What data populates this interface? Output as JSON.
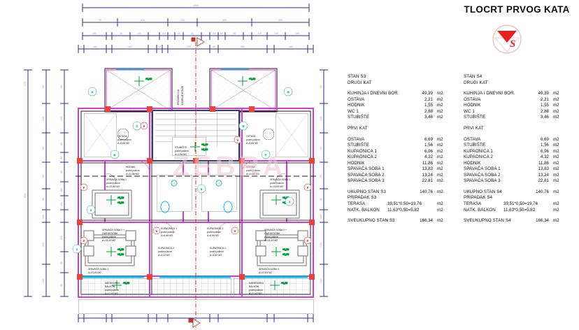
{
  "title_block": {
    "plan_title": "TLOCRT PRVOG KATA",
    "logo_name": "company-logo",
    "logo_letter": "S",
    "logo_colors": {
      "triangle": "#e8201b",
      "letter": "#e8201b",
      "circle": "#f3bdbd"
    }
  },
  "watermark": {
    "text": "ZEBRA"
  },
  "colors": {
    "wall": "#d63ad6",
    "structure": "#1b1b1b",
    "fixture": "#00b7e4",
    "dimension": "#2b2b8f",
    "dimension_text": "#8c8c8c",
    "level_mark": "#00a13a",
    "annotation": "#e03a2f",
    "stair": "#3a3a8c",
    "grid_bubble": "#35b7c0",
    "hatch": "#b9b9b9"
  },
  "schedule": {
    "columns": [
      {
        "unit_label": "STAN S3",
        "floor_label": "DRUGI KAT",
        "second_floor_rows": [
          {
            "name": "KUHINJA I DNEVNI BOR.",
            "value": "49,39",
            "unit": "m2"
          },
          {
            "name": "OSTAVA",
            "value": "2,21",
            "unit": "m2"
          },
          {
            "name": "HODNIK",
            "value": "1,55",
            "unit": "m2"
          },
          {
            "name": "WC 1",
            "value": "2,88",
            "unit": "m2"
          },
          {
            "name": "STUBIŠTE",
            "value": "3,46",
            "unit": "m2"
          }
        ],
        "first_floor_label": "PRVI KAT",
        "first_floor_rows": [
          {
            "name": "OSTAVA",
            "value": "6,69",
            "unit": "m2"
          },
          {
            "name": "STUBIŠTE",
            "value": "1,56",
            "unit": "m2"
          },
          {
            "name": "KUPAONICA 1",
            "value": "6,96",
            "unit": "m2"
          },
          {
            "name": "KUPAONICA 2",
            "value": "4,32",
            "unit": "m2"
          },
          {
            "name": "HODNIK",
            "value": "11,86",
            "unit": "m2"
          },
          {
            "name": "SPAVAĆA SOBA 1",
            "value": "13,83",
            "unit": "m2"
          },
          {
            "name": "SPAVAĆA SOBA 2",
            "value": "13,24",
            "unit": "m2"
          },
          {
            "name": "SPAVAĆA SOBA 3",
            "value": "22,81",
            "unit": "m2"
          }
        ],
        "total_label": "UKUPNO STAN S3",
        "total_value": "140,76",
        "total_unit": "m2",
        "appurtenance_label": "PRIPADAK S3",
        "appurtenance_rows": [
          {
            "name": "TERASA",
            "value": "39,51*0,50=19,76",
            "unit": "m2"
          },
          {
            "name": "NATK.  BALKON",
            "value": "11,63*0,50=5,82",
            "unit": "m2"
          }
        ],
        "grand_total_label": "SVEUKUPNO STAN S3",
        "grand_total_value": "166,34",
        "grand_total_unit": "m2"
      },
      {
        "unit_label": "STAN S4",
        "floor_label": "DRUGI KAT",
        "second_floor_rows": [
          {
            "name": "KUHINJA I DNEVNI BOR.",
            "value": "49,39",
            "unit": "m2"
          },
          {
            "name": "OSTAVA",
            "value": "2,21",
            "unit": "m2"
          },
          {
            "name": "HODNIK",
            "value": "1,55",
            "unit": "m2"
          },
          {
            "name": "WC 1",
            "value": "2,88",
            "unit": "m2"
          },
          {
            "name": "STUBIŠTE",
            "value": "3,46",
            "unit": "m2"
          }
        ],
        "first_floor_label": "PRVI KAT",
        "first_floor_rows": [
          {
            "name": "OSTAVA",
            "value": "6,69",
            "unit": "m2"
          },
          {
            "name": "STUBIŠTE",
            "value": "1,56",
            "unit": "m2"
          },
          {
            "name": "KUPAONICA 1",
            "value": "6,96",
            "unit": "m2"
          },
          {
            "name": "KUPAONICA 2",
            "value": "4,32",
            "unit": "m2"
          },
          {
            "name": "HODNIK",
            "value": "11,86",
            "unit": "m2"
          },
          {
            "name": "SPAVAĆA SOBA 1",
            "value": "13,83",
            "unit": "m2"
          },
          {
            "name": "SPAVAĆA SOBA 2",
            "value": "13,24",
            "unit": "m2"
          },
          {
            "name": "SPAVAĆA SOBA 3",
            "value": "22,81",
            "unit": "m2"
          }
        ],
        "total_label": "UKUPNO STAN S4",
        "total_value": "140,76",
        "total_unit": "m2",
        "appurtenance_label": "PRIPADAK S4",
        "appurtenance_rows": [
          {
            "name": "TERASA",
            "value": "39,51*0,50=19,76",
            "unit": "m2"
          },
          {
            "name": "NATK.  BALKON",
            "value": "11,63*0,50=5,82",
            "unit": "m2"
          }
        ],
        "grand_total_label": "SVEUKUPNO STAN S4",
        "grand_total_value": "166,34",
        "grand_total_unit": "m2"
      }
    ]
  },
  "drawing": {
    "overall_dimension": "1500",
    "top_chain_2": [
      "30",
      "400",
      "230",
      "400",
      "300"
    ],
    "top_chain_3": [
      "100",
      "15",
      "130",
      "115",
      "45",
      "50",
      "130",
      "50",
      "45",
      "115",
      "130",
      "115",
      "165"
    ],
    "top_chain_4": [
      "5",
      "180",
      "5",
      "400",
      "15",
      "120",
      "15",
      "230",
      "45",
      "350",
      "15",
      "165",
      "5"
    ],
    "left_chain_overall": "950",
    "left_chain_a": [
      "175",
      "300",
      "50",
      "120",
      "160",
      "140",
      "131",
      "130"
    ],
    "left_chain_b": [
      "60",
      "240",
      "60",
      "90",
      "60",
      "160",
      "131",
      "230",
      "90",
      "60"
    ],
    "bottom_dim_1": [
      "180",
      "400",
      "230",
      "350",
      "165"
    ],
    "rooms": [
      {
        "name": "SPAVAĆA SOBA 1",
        "note": "podni pokrov",
        "area": "A=13,83 M2"
      },
      {
        "name": "SPAVAĆA SOBA 2 + GARDEROBA",
        "note": "podni pokrov",
        "area": "A=13,24 M2"
      },
      {
        "name": "SPAVAĆA SOBA 3",
        "note": "podni pokrov",
        "area": "A=22,81 M2"
      },
      {
        "name": "KUPAONICA 1",
        "note": "podni pokrov",
        "area": "A=6,96 M2"
      },
      {
        "name": "KUPAONICA 2",
        "note": "podni pokrov",
        "area": "A=4,32 M2"
      },
      {
        "name": "HODNIK",
        "note": "podni pokrov",
        "area": "A=11,86 M2"
      },
      {
        "name": "OSTAVA",
        "note": "podni pokrov",
        "area": "A=6,69 M2"
      },
      {
        "name": "STUBIŠTE",
        "note": "podni pokrov",
        "area": "A=1,56 M2"
      },
      {
        "name": "NATKRIVENI BALKON",
        "note": "podni pokrov",
        "area": "A=11,63 M2"
      }
    ],
    "vertical_note": "PROJEKCIJA GORNJE ETAŽE",
    "level_marks": [
      "+3,10",
      "+3,00",
      "+2,85"
    ],
    "grid_bubbles": [
      "A",
      "B",
      "C",
      "D",
      "E",
      "F",
      "G",
      "1",
      "2",
      "3",
      "4",
      "5"
    ]
  }
}
